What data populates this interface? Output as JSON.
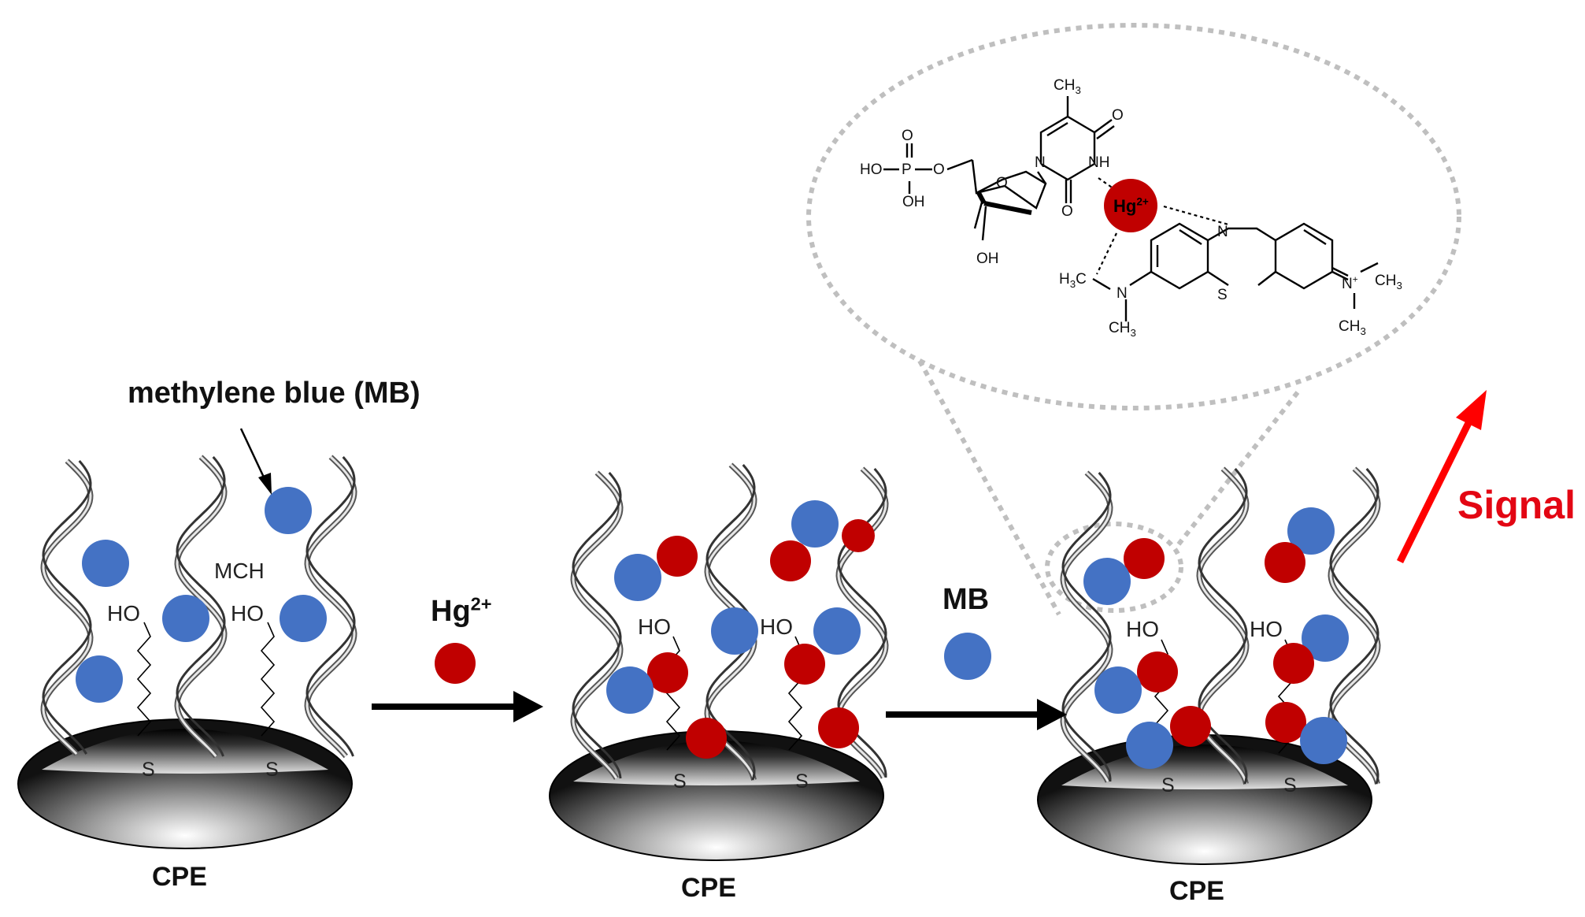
{
  "labels": {
    "mb_callout": "methylene blue (MB)",
    "mch": "MCH",
    "ho": "HO",
    "s": "S",
    "cpe": "CPE",
    "hg_base": "Hg",
    "hg_charge": "2+",
    "mb_reagent": "MB",
    "signal": "Signal"
  },
  "molecule": {
    "ch3": "CH",
    "sub3": "3",
    "o": "O",
    "nh": "NH",
    "n": "N",
    "s": "S",
    "ho": "HO",
    "p": "P",
    "oh": "OH",
    "h3c": "H",
    "plus": "+",
    "hg_base": "Hg",
    "hg_charge": "2+"
  },
  "colors": {
    "mb_blue": "#4472c4",
    "hg_red": "#c00000",
    "signal_red": "#ff0000",
    "arrow": "#000000",
    "dotted": "#bfbfbf"
  }
}
